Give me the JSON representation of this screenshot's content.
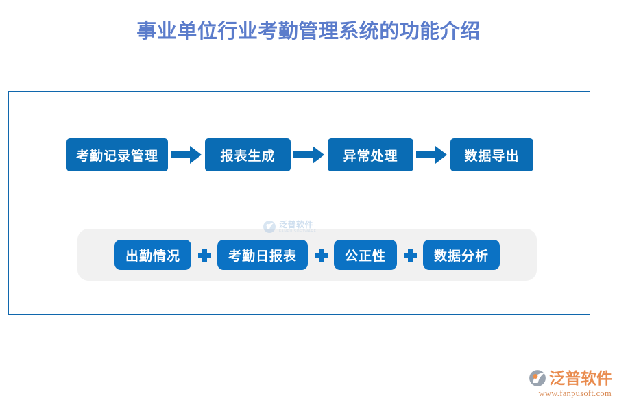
{
  "page": {
    "title": "事业单位行业考勤管理系统的功能介绍",
    "title_color": "#5b7ccb",
    "background_color": "#ffffff"
  },
  "panel": {
    "border_color": "#1067ad"
  },
  "flow": {
    "box_color": "#0a6cb4",
    "arrow_color": "#0a6cb4",
    "steps": [
      {
        "label": "考勤记录管理"
      },
      {
        "label": "报表生成"
      },
      {
        "label": "异常处理"
      },
      {
        "label": "数据导出"
      }
    ],
    "arrow_icon": "arrow-right-icon"
  },
  "group": {
    "band_color": "#f1f1f1",
    "tag_color": "#0b72c4",
    "separator_icon": "plus-icon",
    "tags": [
      {
        "label": "出勤情况"
      },
      {
        "label": "考勤日报表"
      },
      {
        "label": "公正性"
      },
      {
        "label": "数据分析"
      }
    ]
  },
  "watermark": {
    "name_cn": "泛普软件",
    "name_en": "FANPU SOFTWARE",
    "mark_icon": "fanpu-logo-icon",
    "color": "#6f9fd0"
  },
  "brand": {
    "name_cn": "泛普软件",
    "url": "www.fanpusoft.com",
    "mark_icon": "fanpu-logo-icon",
    "accent_color": "#e98c4f"
  }
}
